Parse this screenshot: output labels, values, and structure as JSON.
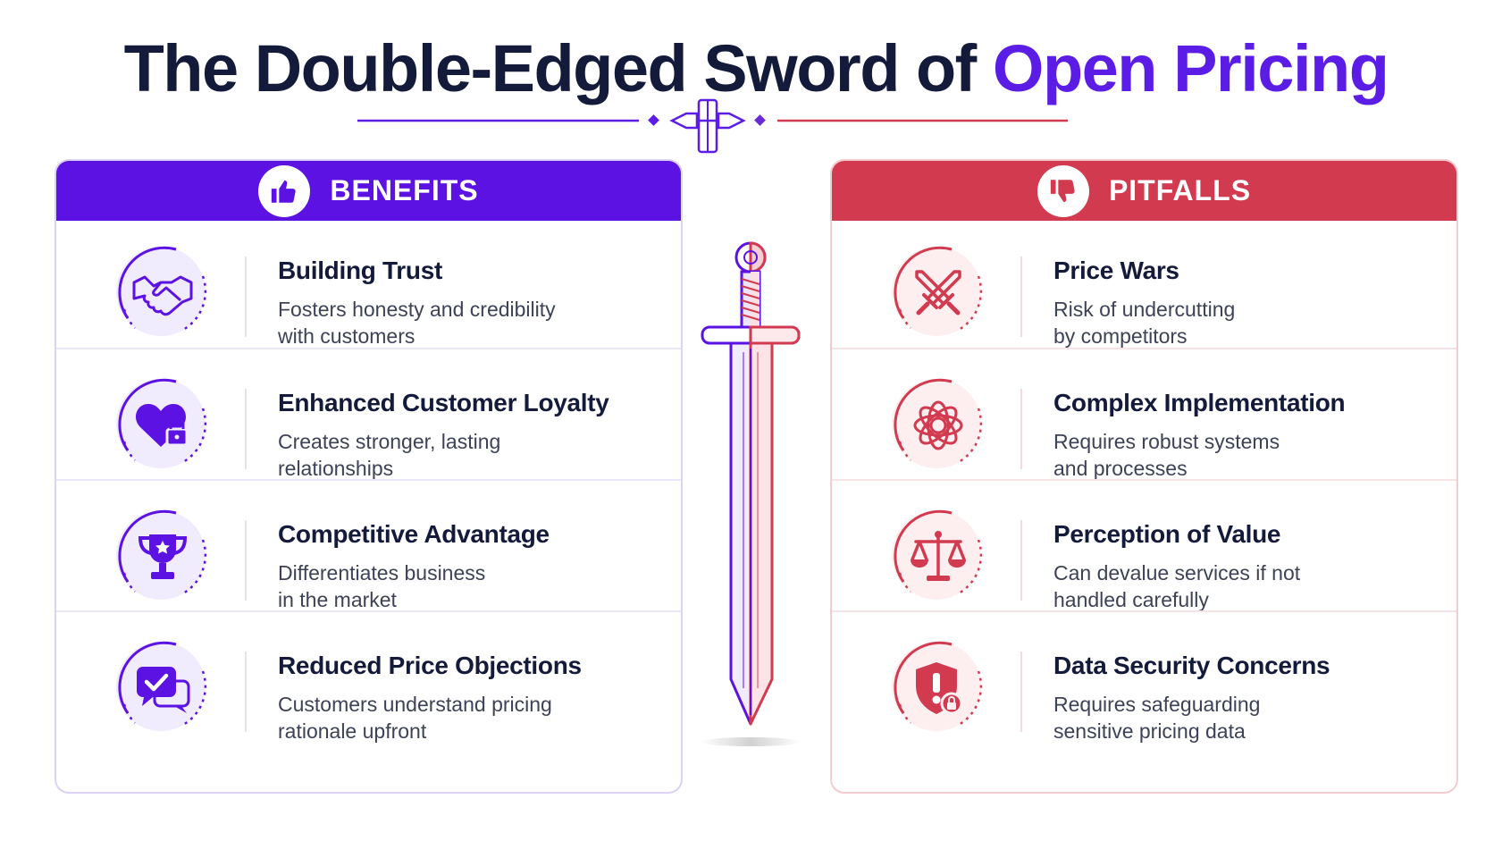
{
  "title": {
    "main": "The Double-Edged Sword of ",
    "accent": "Open Pricing"
  },
  "colors": {
    "benefit": "#5b12e3",
    "pitfall": "#d23a50",
    "dark": "#141a3a"
  },
  "benefits": {
    "header": "BENEFITS",
    "header_icon": "thumbs-up-icon",
    "items": [
      {
        "icon": "handshake-icon",
        "title": "Building Trust",
        "desc": "Fosters honesty and credibility\nwith customers"
      },
      {
        "icon": "heart-lock-icon",
        "title": "Enhanced Customer Loyalty",
        "desc": "Creates stronger, lasting\nrelationships"
      },
      {
        "icon": "trophy-icon",
        "title": "Competitive Advantage",
        "desc": "Differentiates business\nin the market"
      },
      {
        "icon": "chat-check-icon",
        "title": "Reduced Price Objections",
        "desc": "Customers understand pricing\nrationale upfront"
      }
    ]
  },
  "pitfalls": {
    "header": "PITFALLS",
    "header_icon": "thumbs-down-icon",
    "items": [
      {
        "icon": "crossed-swords-icon",
        "title": "Price Wars",
        "desc": "Risk of undercutting\nby competitors"
      },
      {
        "icon": "tangle-icon",
        "title": "Complex Implementation",
        "desc": "Requires robust systems\nand processes"
      },
      {
        "icon": "scales-icon",
        "title": "Perception of Value",
        "desc": "Can devalue services if not\nhandled carefully"
      },
      {
        "icon": "shield-alert-icon",
        "title": "Data Security Concerns",
        "desc": "Requires safeguarding\nsensitive pricing data"
      }
    ]
  }
}
